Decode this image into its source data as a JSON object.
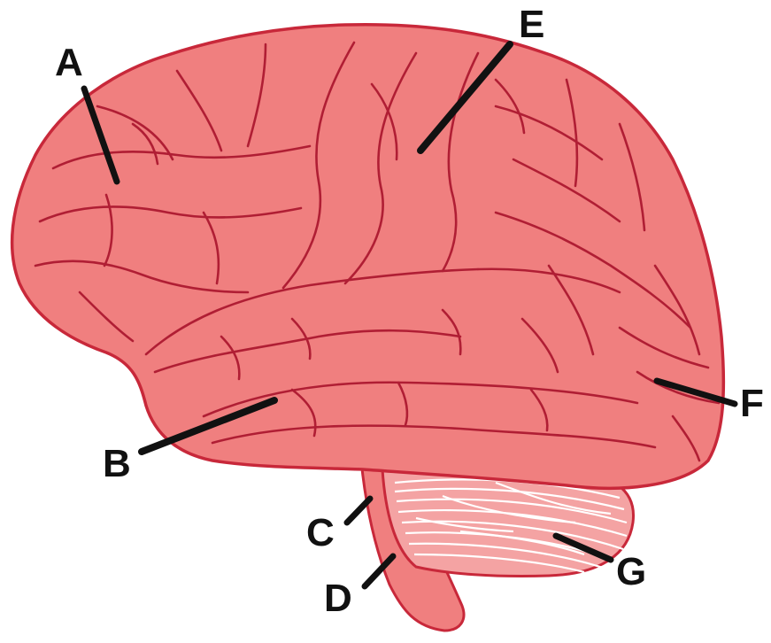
{
  "diagram": {
    "labels": [
      {
        "id": "A",
        "text": "A"
      },
      {
        "id": "B",
        "text": "B"
      },
      {
        "id": "C",
        "text": "C"
      },
      {
        "id": "D",
        "text": "D"
      },
      {
        "id": "E",
        "text": "E"
      },
      {
        "id": "F",
        "text": "F"
      },
      {
        "id": "G",
        "text": "G"
      }
    ]
  },
  "colors": {
    "brain_fill": "#f07f7f",
    "brain_outline": "#c8283a",
    "sulci": "#b01e34",
    "cerebellum_fill": "#f4a3a3",
    "cerebellum_lines": "#ffffff",
    "pointer": "#111111",
    "label_text": "#111111"
  }
}
